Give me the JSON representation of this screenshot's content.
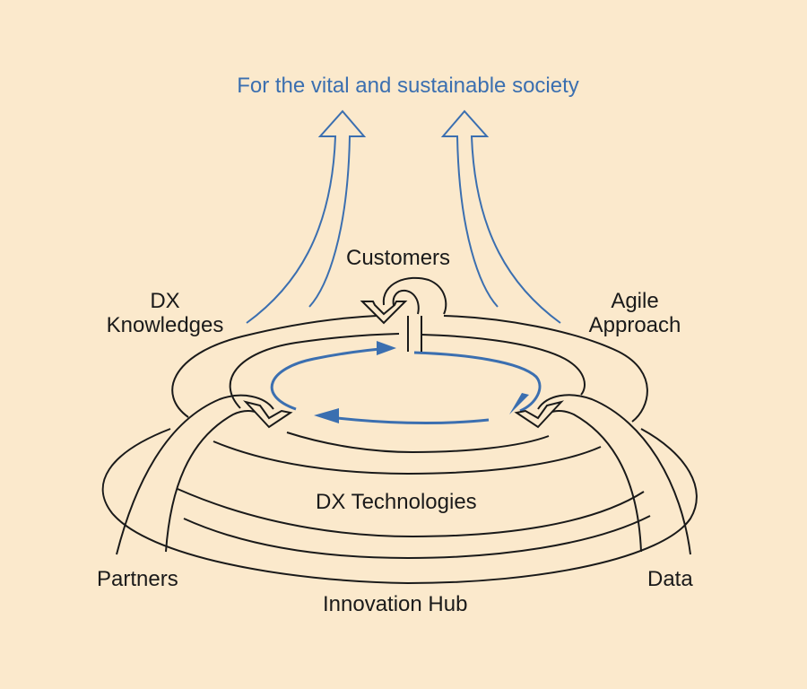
{
  "diagram": {
    "headline": "For the vital and sustainable society",
    "labels": {
      "customers": "Customers",
      "dx_knowledges_line1": "DX",
      "dx_knowledges_line2": "Knowledges",
      "agile_line1": "Agile",
      "agile_line2": "Approach",
      "dx_technologies": "DX Technologies",
      "partners": "Partners",
      "data": "Data",
      "innovation_hub": "Innovation Hub"
    },
    "colors": {
      "background": "#fbe9cc",
      "accent_blue": "#3b6fb0",
      "outline": "#1a1a1a"
    }
  }
}
